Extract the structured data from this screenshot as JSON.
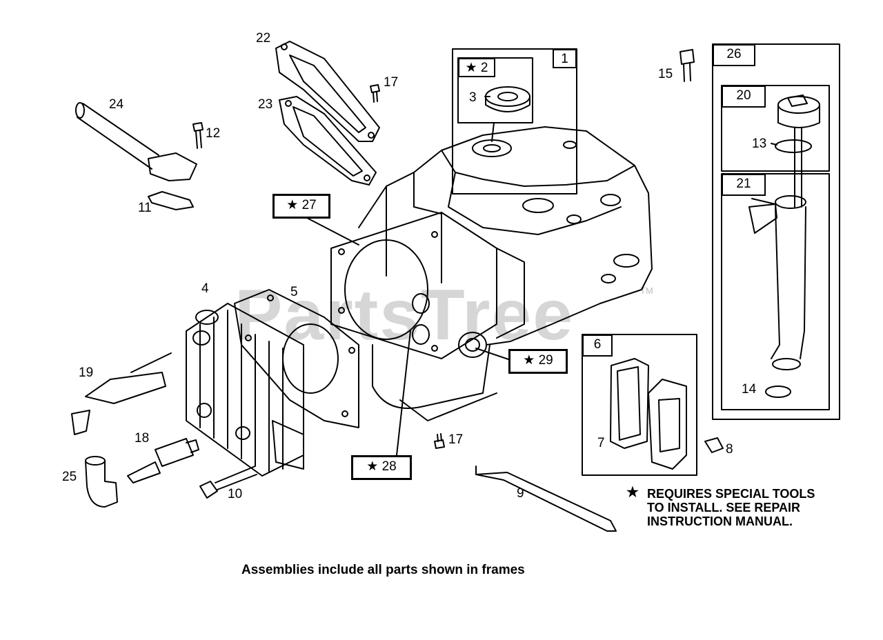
{
  "watermark": {
    "text": "PartsTree",
    "tm": "TM"
  },
  "frames": {
    "f1": "1",
    "f2": "★ 2",
    "f6": "6",
    "f20": "20",
    "f21": "21",
    "f26": "26"
  },
  "star_callouts": {
    "c27": "★  27",
    "c28": "★  28",
    "c29": "★  29"
  },
  "part_labels": {
    "p3": "3",
    "p4": "4",
    "p5": "5",
    "p7": "7",
    "p8": "8",
    "p9": "9",
    "p10": "10",
    "p11": "11",
    "p12": "12",
    "p13": "13",
    "p14": "14",
    "p15": "15",
    "p17a": "17",
    "p17b": "17",
    "p18": "18",
    "p19": "19",
    "p22": "22",
    "p23": "23",
    "p24": "24",
    "p25": "25"
  },
  "note": {
    "star": "★",
    "line1": "REQUIRES SPECIAL TOOLS",
    "line2": "TO INSTALL.  SEE REPAIR",
    "line3": "INSTRUCTION MANUAL."
  },
  "caption": "Assemblies include all parts shown in frames"
}
